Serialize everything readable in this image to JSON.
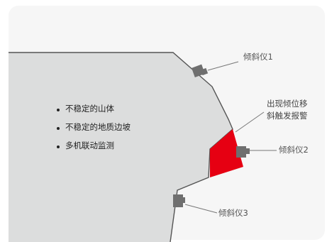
{
  "bullets": [
    "不稳定的山体",
    "不稳定的地质边坡",
    "多机联动监测"
  ],
  "sensors": [
    "倾斜仪1",
    "倾斜仪2",
    "倾斜仪3"
  ],
  "alert": [
    "出现倾位移",
    "斜触发报警"
  ],
  "colors": {
    "panel": "#f6f6f6",
    "slope": "#dcdddd",
    "outline": "#555555",
    "alert_zone": "#e60012",
    "sensor": "#6f6f6f"
  }
}
